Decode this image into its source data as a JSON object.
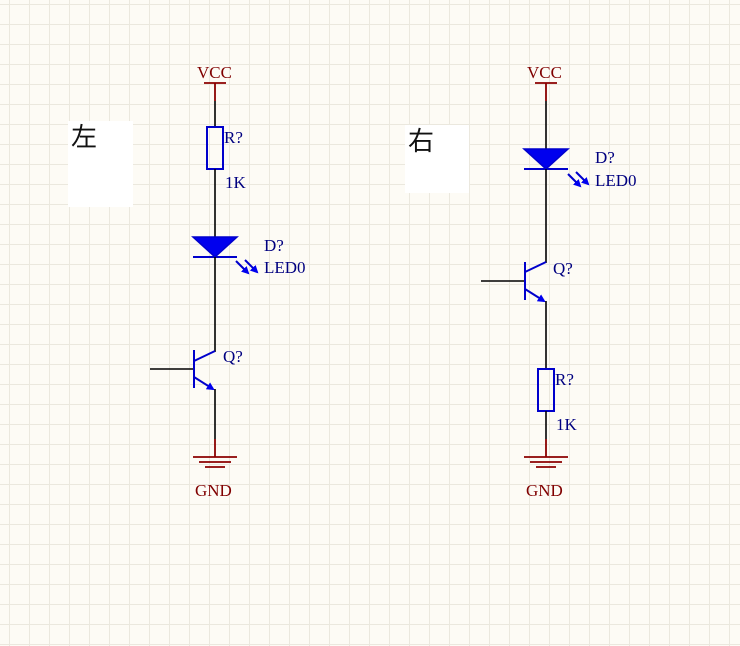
{
  "labels": {
    "left": "左",
    "right": "右"
  },
  "left_circuit": {
    "vcc": "VCC",
    "gnd": "GND",
    "resistor_ref": "R?",
    "resistor_value": "1K",
    "led_ref": "D?",
    "led_value": "LED0",
    "transistor_ref": "Q?"
  },
  "right_circuit": {
    "vcc": "VCC",
    "gnd": "GND",
    "resistor_ref": "R?",
    "resistor_value": "1K",
    "led_ref": "D?",
    "led_value": "LED0",
    "transistor_ref": "Q?"
  },
  "colors": {
    "power": "#800000",
    "component": "#0000cc",
    "wire": "#000000",
    "grid": "#ebe8de"
  }
}
